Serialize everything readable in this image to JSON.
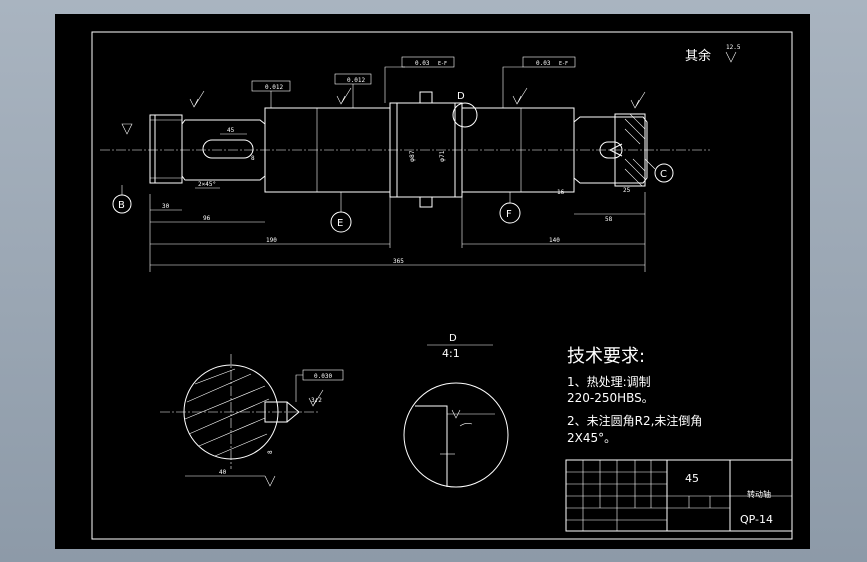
{
  "drawing": {
    "roughness_rest": "其余",
    "roughness_rest_value": "12.5",
    "tolerance_frames": [
      "0.012",
      "0.012",
      "0.03",
      "0.03",
      "0.03"
    ],
    "datum_refs": [
      "B",
      "C",
      "E",
      "F"
    ],
    "datum_labels": [
      "C",
      "E-F",
      "E-F"
    ],
    "dims": {
      "total_length": "365",
      "left_length": "190",
      "right_length": "140",
      "length_96": "96",
      "length_30": "30",
      "length_45": "45",
      "length_58": "58",
      "length_16": "16",
      "length_25": "25",
      "length_8": "8",
      "dia_87": "φ87",
      "dia_71": "φ71",
      "chamfer": "2×45°"
    },
    "detail_label": "D",
    "detail_scale": "4:1",
    "section_length": "40",
    "section_tol": "0.030",
    "section_depth": "8",
    "roughness_section": "3.2"
  },
  "notes": {
    "title": "技术要求:",
    "line1": "1、热处理:调制",
    "line2": "220-250HBS。",
    "line3": "2、未注圆角R2,未注倒角",
    "line4": "2X45°。"
  },
  "title_block": {
    "material": "45",
    "name": "转动轴",
    "drawing_no": "QP-14"
  }
}
